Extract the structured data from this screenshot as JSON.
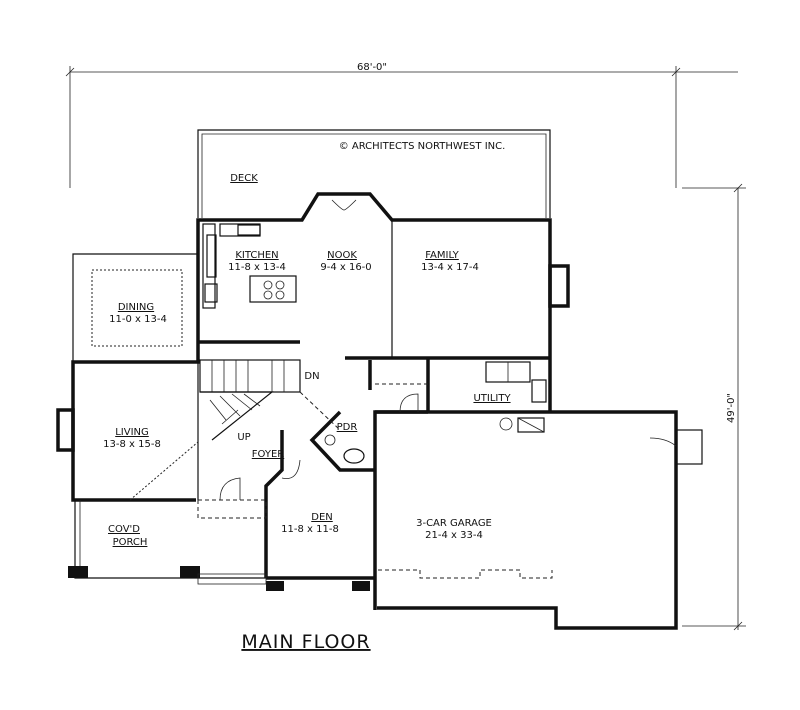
{
  "plan_title": "MAIN FLOOR",
  "copyright": "© ARCHITECTS NORTHWEST INC.",
  "dimensions": {
    "overall_width": "68'-0\"",
    "overall_depth": "49'-0\""
  },
  "rooms": {
    "deck": {
      "name": "DECK"
    },
    "kitchen": {
      "name": "KITCHEN",
      "size": "11-8 x 13-4"
    },
    "nook": {
      "name": "NOOK",
      "size": "9-4 x 16-0"
    },
    "family": {
      "name": "FAMILY",
      "size": "13-4 x 17-4"
    },
    "dining": {
      "name": "DINING",
      "size": "11-0 x 13-4"
    },
    "living": {
      "name": "LIVING",
      "size": "13-8 x 15-8"
    },
    "foyer": {
      "name": "FOYER"
    },
    "pdr": {
      "name": "PDR"
    },
    "utility": {
      "name": "UTILITY"
    },
    "den": {
      "name": "DEN",
      "size": "11-8 x 11-8"
    },
    "garage": {
      "name": "3-CAR GARAGE",
      "size": "21-4 x 33-4"
    },
    "porch": {
      "name_line1": "COV'D",
      "name_line2": "PORCH"
    }
  },
  "stairs": {
    "up": "UP",
    "down": "DN"
  }
}
